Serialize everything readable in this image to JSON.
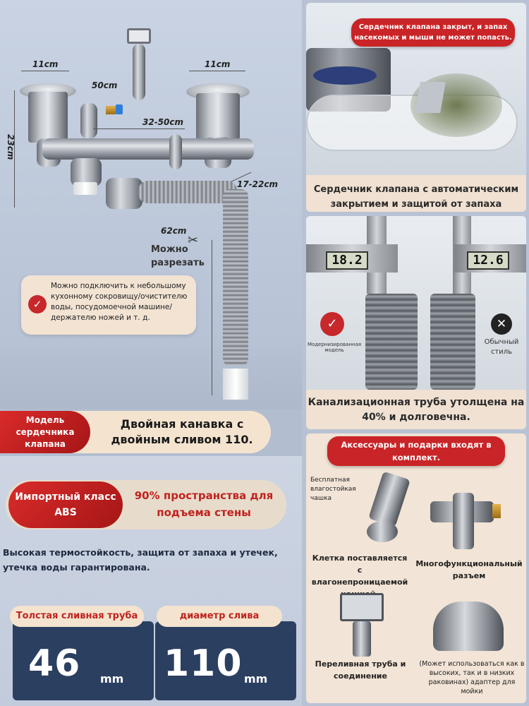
{
  "diagram": {
    "dim_sink_left": "11cm",
    "dim_sink_right": "11cm",
    "dim_overflow": "50cm",
    "dim_span": "32-50cm",
    "dim_height": "23cm",
    "dim_outlet": "17-22cm",
    "dim_hose": "62cm",
    "cut_text": "Можно\nразрезать"
  },
  "info_card": {
    "text": "Можно подключить к небольшому кухонному сокровищу/очистителю воды, посудомоечной машине/держателю ножей и т. д."
  },
  "model": {
    "badge": "Модель сердечника клапана",
    "text": "Двойная канавка с двойным сливом 110."
  },
  "abs": {
    "badge": "Импортный класс ABS",
    "right_text": "90% пространства для подъема стены",
    "description": "Высокая термостойкость, защита от запаха и утечек, утечка воды гарантирована."
  },
  "stats": {
    "left_label": "Толстая сливная труба",
    "left_value": "46",
    "left_unit": "mm",
    "right_label": "диаметр слива",
    "right_value": "110",
    "right_unit": "mm"
  },
  "panel1": {
    "bubble": "Сердечник клапана закрыт, и запах насекомых и мыши не может попасть.",
    "caption": "Сердечник клапана с автоматическим закрытием и защитой от запаха"
  },
  "panel2": {
    "reading_left": "18.2",
    "reading_right": "12.6",
    "left_small": "Модернизированная модель",
    "right_small": "Обычный стиль",
    "caption": "Канализационная труба утолщена на 40% и долговечна."
  },
  "panel3": {
    "header": "Аксессуары и подарки входят в комплект.",
    "free_bowl": "Бесплатная влагостойкая чашка",
    "cage_text": "Клетка поставляется с влагонепроницаемой чашкой.",
    "multi_text": "Многофункциональный разъем",
    "overflow_text": "Переливная труба и соединение",
    "adapter_text": "(Может использоваться как в высоких, так и в низких раковинах) адаптер для мойки"
  }
}
